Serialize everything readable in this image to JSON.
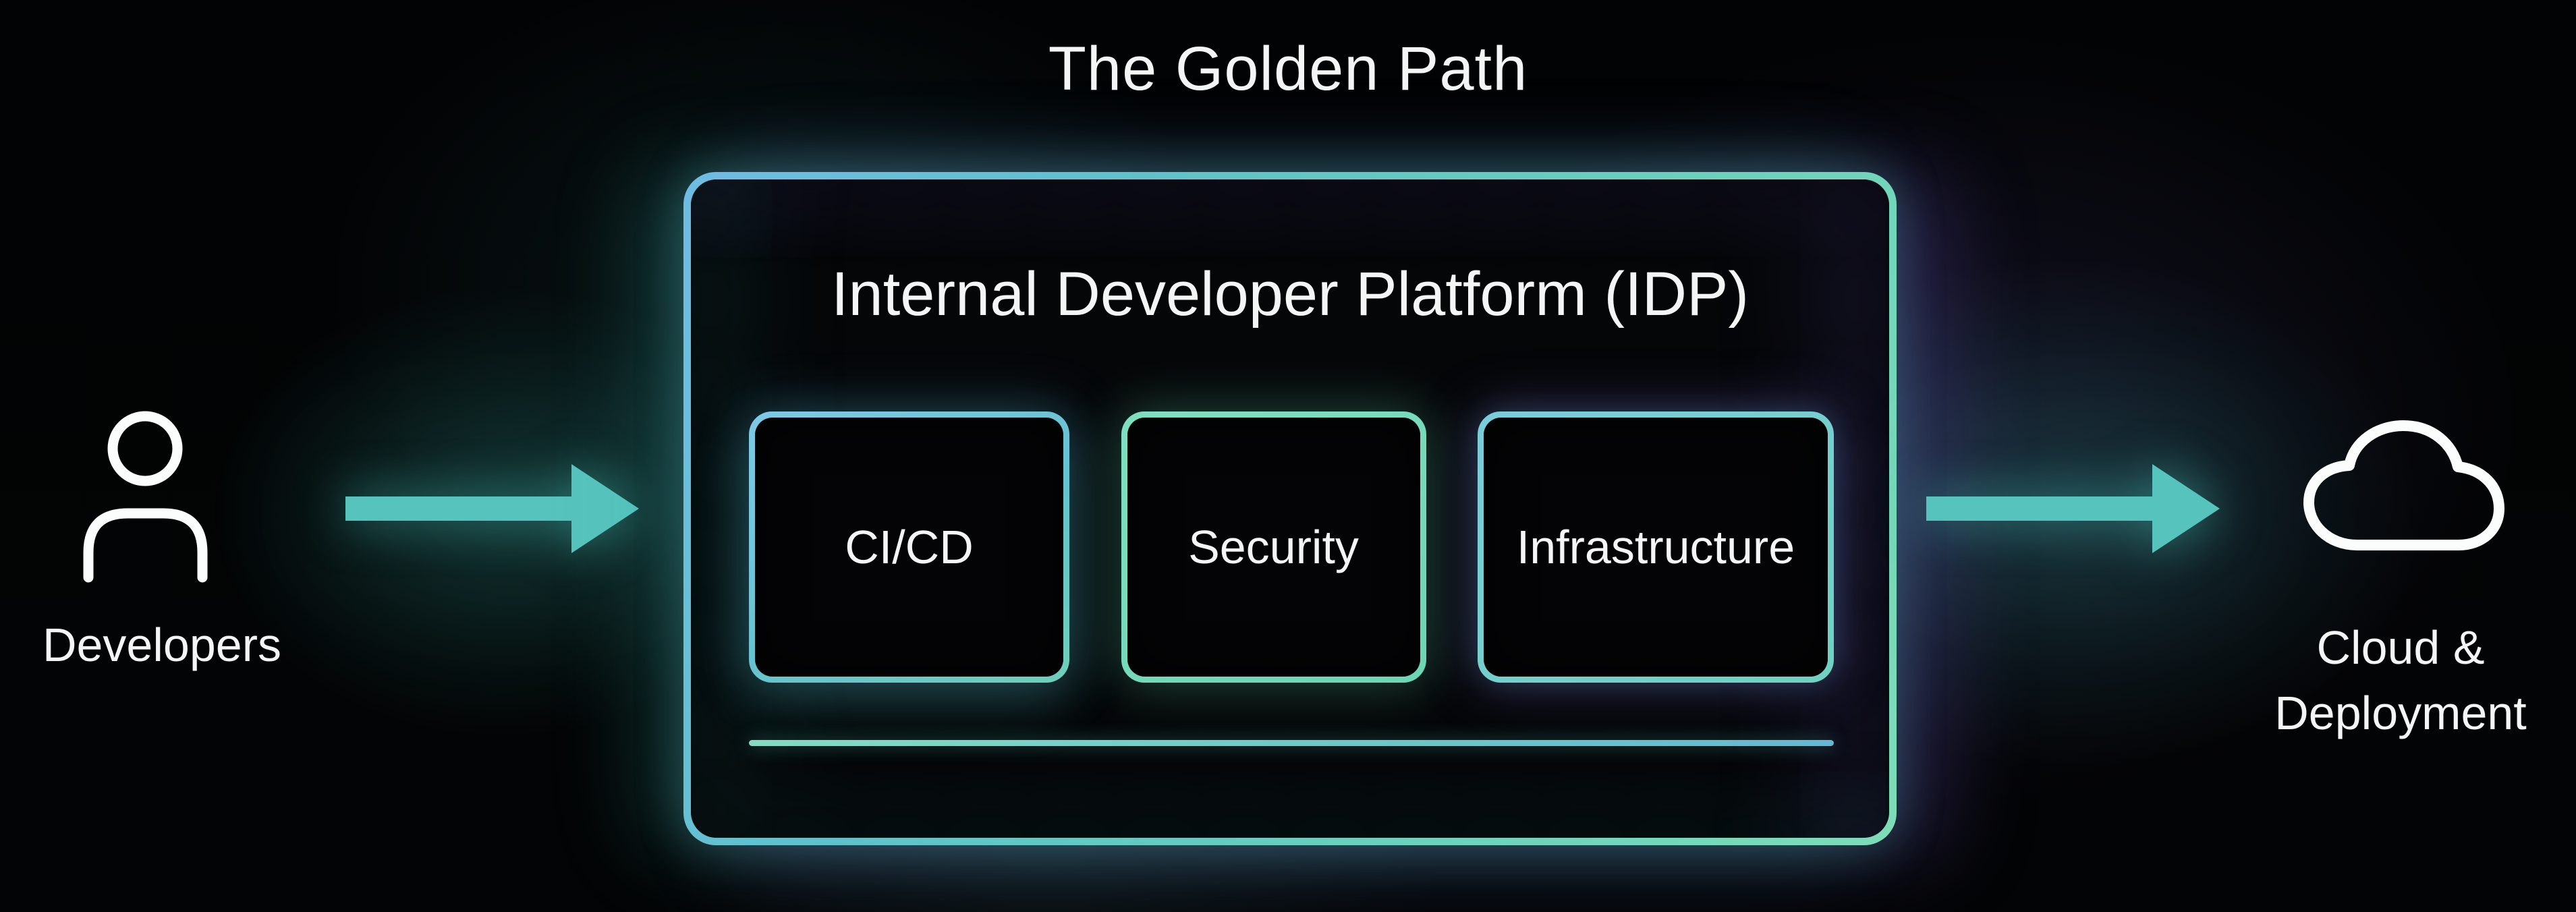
{
  "diagram": {
    "title": "The Golden Path",
    "source": {
      "label": "Developers",
      "icon": "person-icon"
    },
    "platform": {
      "title": "Internal Developer Platform (IDP)",
      "components": [
        {
          "label": "CI/CD"
        },
        {
          "label": "Security"
        },
        {
          "label": "Infrastructure"
        }
      ]
    },
    "destination": {
      "label_line1": "Cloud &",
      "label_line2": "Deployment",
      "icon": "cloud-icon"
    },
    "flow": {
      "left_arrow": "flow-arrow-left",
      "right_arrow": "flow-arrow-right"
    },
    "colors": {
      "background": "#030405",
      "text_white": "#f3f6f5",
      "arrow_teal": "#57c3bd",
      "border_blue": "#70bce4",
      "border_teal": "#66cfbd",
      "border_mint": "#7edcb8",
      "glow_teal": "#40c4bc",
      "glow_purple": "#7662d4"
    }
  }
}
